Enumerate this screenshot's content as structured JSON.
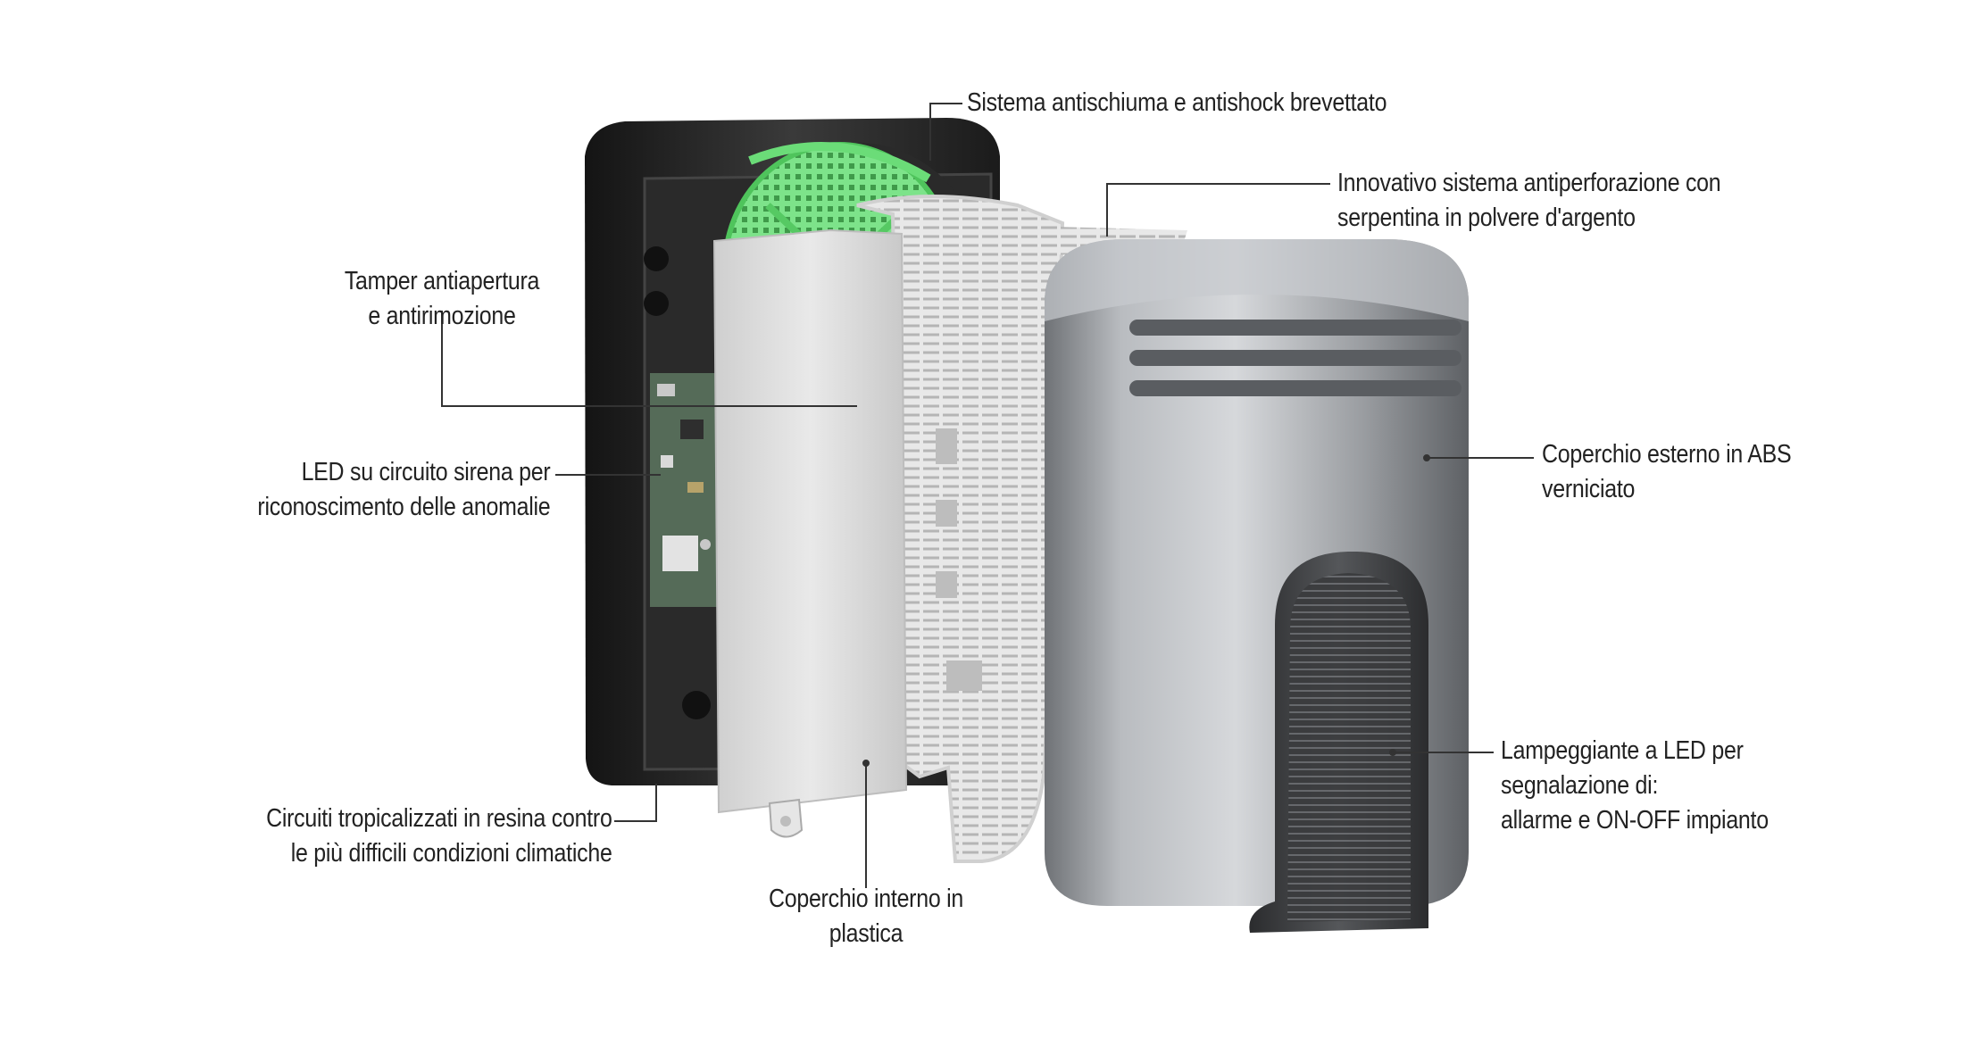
{
  "colors": {
    "housing": "#262626",
    "speaker_green": "#7de38a",
    "inner_cover": "#dcdcdc",
    "cover_silver": "#a9acb0",
    "flasher": "#3a3b3d",
    "leader_line": "#333333",
    "text": "#222222"
  },
  "labels": {
    "antifoam": "Sistema antischiuma e antishock brevettato",
    "antidrill": [
      "Innovativo sistema antiperforazione con",
      "serpentina in polvere d'argento"
    ],
    "tamper": [
      "Tamper antiapertura",
      "e antirimozione"
    ],
    "led_circuit": [
      "LED su circuito sirena per",
      "riconoscimento delle anomalie"
    ],
    "outer_cover": [
      "Coperchio esterno in ABS",
      "verniciato"
    ],
    "flasher": [
      "Lampeggiante a LED per",
      "segnalazione di:",
      "allarme e ON-OFF impianto"
    ],
    "tropical": [
      "Circuiti tropicalizzati in resina contro",
      "le più difficili condizioni climatiche"
    ],
    "inner_cover": [
      "Coperchio interno in",
      "plastica"
    ]
  }
}
